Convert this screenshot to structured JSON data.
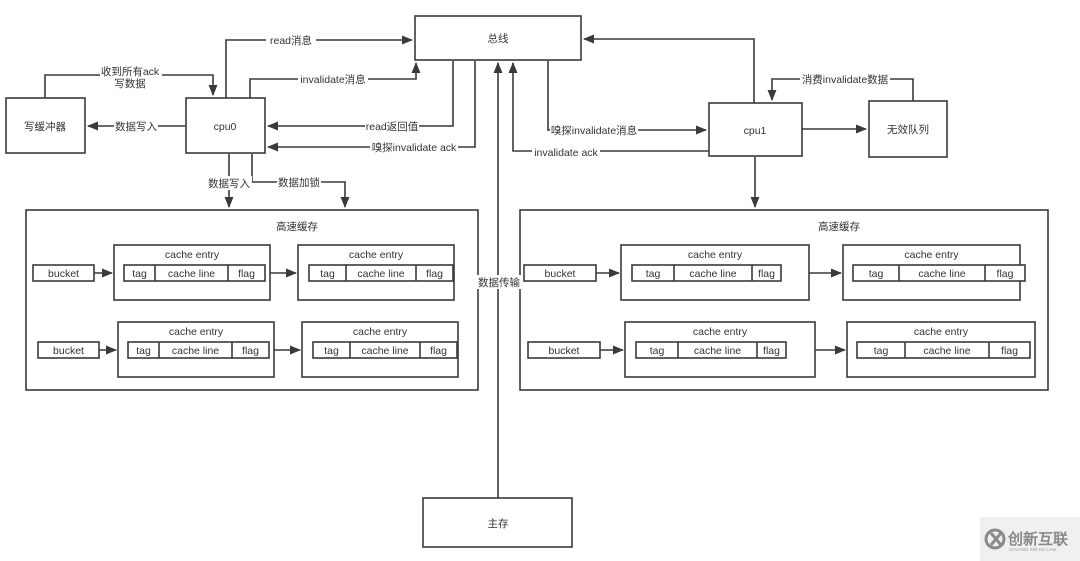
{
  "nodes": {
    "bus": "总线",
    "cpu0": "cpu0",
    "cpu1": "cpu1",
    "write_buffer": "写缓冲器",
    "invalidate_queue": "无效队列",
    "main_memory": "主存"
  },
  "edges": {
    "cpu0_read_msg": "read消息",
    "cpu0_invalidate_msg": "invalidate消息",
    "bus_read_return": "read返回值",
    "bus_snoop_ack": "嗅探invalidate ack",
    "buffer_ack_line1": "收到所有ack",
    "buffer_ack_line2": "写数据",
    "cpu0_to_buffer": "数据写入",
    "cpu0_cache_write": "数据写入",
    "cpu0_cache_lock": "数据加锁",
    "bus_snoop_invalidate": "嗅探invalidate消息",
    "cpu1_invalidate_ack": "invalidate ack",
    "queue_consume": "消费invalidate数据",
    "memory_transfer": "数据传输"
  },
  "caches": [
    {
      "title": "高速缓存",
      "rows": [
        {
          "bucket": "bucket",
          "entries": [
            {
              "title": "cache entry",
              "fields": [
                "tag",
                "cache line",
                "flag"
              ]
            },
            {
              "title": "cache entry",
              "fields": [
                "tag",
                "cache line",
                "flag"
              ]
            }
          ]
        },
        {
          "bucket": "bucket",
          "entries": [
            {
              "title": "cache entry",
              "fields": [
                "tag",
                "cache line",
                "flag"
              ]
            },
            {
              "title": "cache entry",
              "fields": [
                "tag",
                "cache line",
                "flag"
              ]
            }
          ]
        }
      ]
    },
    {
      "title": "高速缓存",
      "rows": [
        {
          "bucket": "bucket",
          "entries": [
            {
              "title": "cache entry",
              "fields": [
                "tag",
                "cache line",
                "flag"
              ]
            },
            {
              "title": "cache entry",
              "fields": [
                "tag",
                "cache line",
                "flag"
              ]
            }
          ]
        },
        {
          "bucket": "bucket",
          "entries": [
            {
              "title": "cache entry",
              "fields": [
                "tag",
                "cache line",
                "flag"
              ]
            },
            {
              "title": "cache entry",
              "fields": [
                "tag",
                "cache line",
                "flag"
              ]
            }
          ]
        }
      ]
    }
  ],
  "watermark": {
    "brand": "创新互联",
    "subtitle": "CHUANG XIN HU LIAN"
  }
}
